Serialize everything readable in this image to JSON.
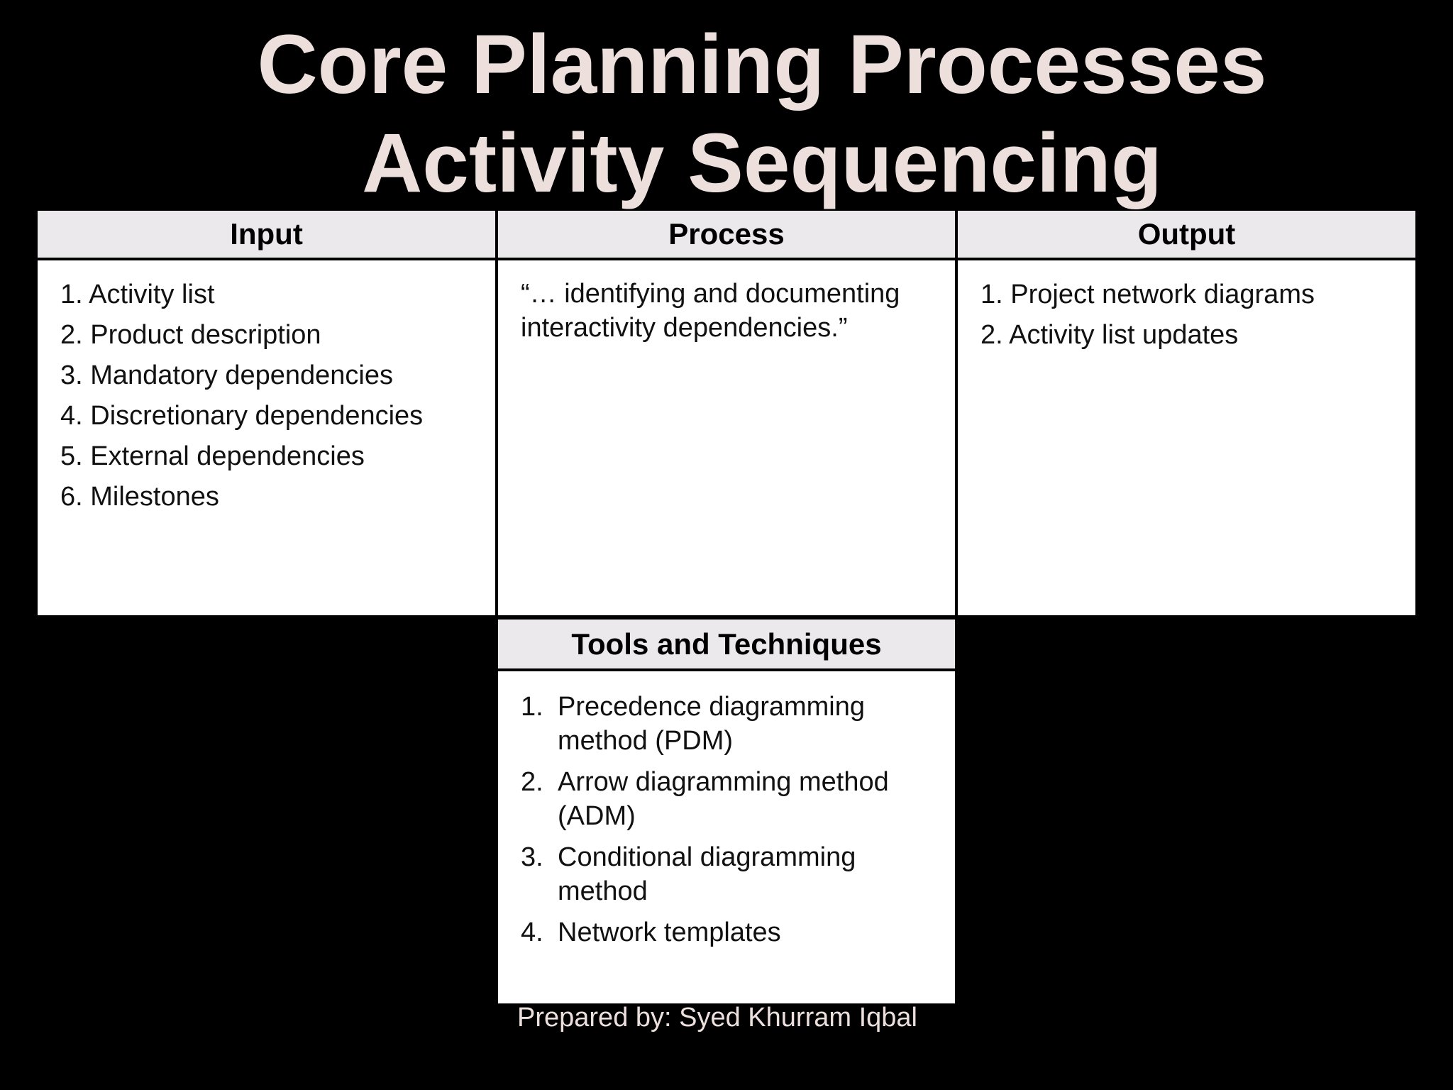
{
  "slide": {
    "title_line1": "Core Planning Processes",
    "title_line2": "Activity Sequencing"
  },
  "input": {
    "header": "Input",
    "items": [
      "1. Activity list",
      "2. Product description",
      "3. Mandatory dependencies",
      "4. Discretionary dependencies",
      "5. External dependencies",
      "6. Milestones"
    ]
  },
  "process": {
    "header": "Process",
    "text": "“… identifying and documenting interactivity dependencies.”"
  },
  "output": {
    "header": "Output",
    "items": [
      "1. Project network diagrams",
      "2. Activity list updates"
    ]
  },
  "tools": {
    "header": "Tools and Techniques",
    "items": [
      {
        "num": "1.",
        "text": "Precedence diagramming method (PDM)"
      },
      {
        "num": "2.",
        "text": "Arrow diagramming method (ADM)"
      },
      {
        "num": "3.",
        "text": "Conditional diagramming method"
      },
      {
        "num": "4.",
        "text": "Network templates"
      }
    ]
  },
  "footer": {
    "text": "Prepared by: Syed Khurram Iqbal"
  },
  "colors": {
    "background": "#000000",
    "title_text": "#ecdfdc",
    "header_fill": "#ebe9ec",
    "cell_fill": "#ffffff"
  }
}
